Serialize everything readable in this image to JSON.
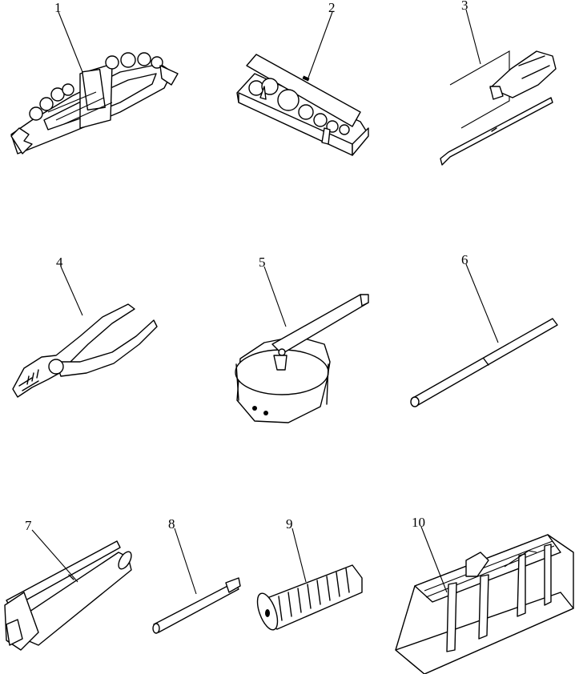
{
  "parts": [
    {
      "id": "part-1",
      "label": "1"
    },
    {
      "id": "part-2",
      "label": "2"
    },
    {
      "id": "part-3",
      "label": "3"
    },
    {
      "id": "part-4",
      "label": "4"
    },
    {
      "id": "part-5",
      "label": "5"
    },
    {
      "id": "part-6",
      "label": "6"
    },
    {
      "id": "part-7",
      "label": "7"
    },
    {
      "id": "part-8",
      "label": "8"
    },
    {
      "id": "part-9",
      "label": "9"
    },
    {
      "id": "part-10",
      "label": "10"
    }
  ]
}
